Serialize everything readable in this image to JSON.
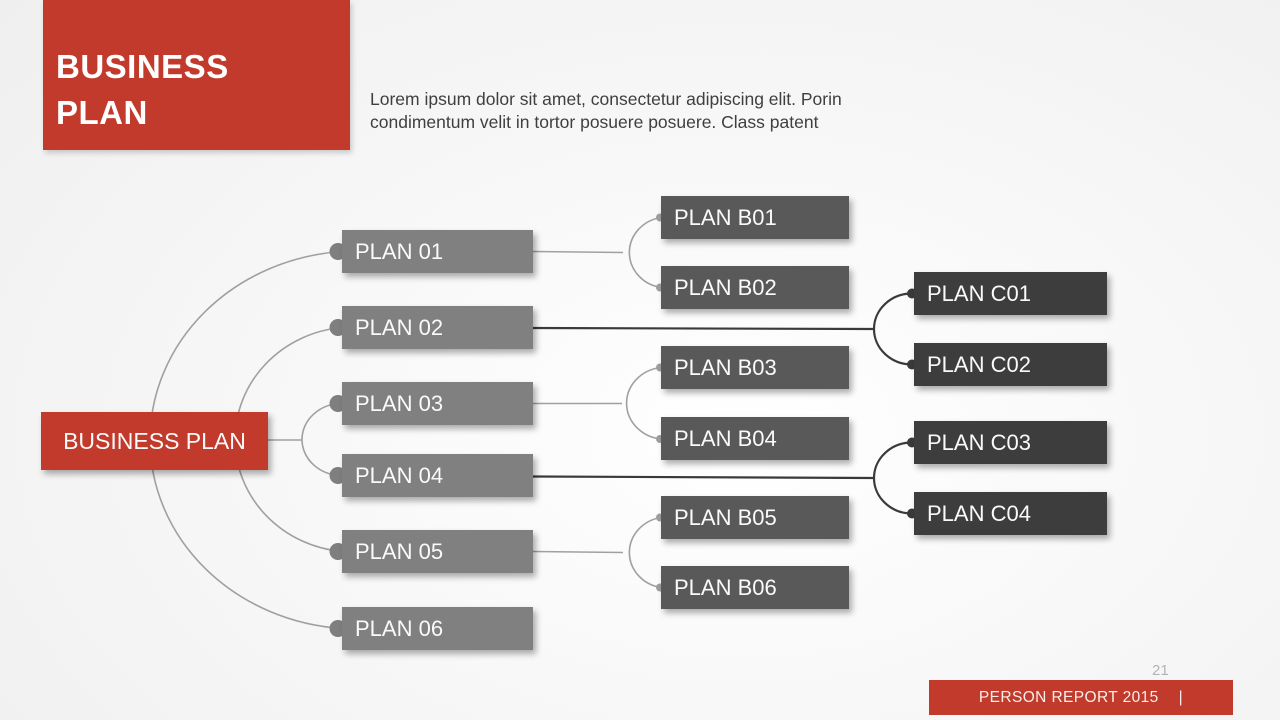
{
  "header": {
    "title": "BUSINESS PLAN",
    "subtitle": "Lorem ipsum dolor sit amet, consectetur adipiscing elit. Porin condimentum velit in tortor posuere posuere. Class patent"
  },
  "diagram": {
    "root": {
      "label": "BUSINESS PLAN"
    },
    "level1_nodes": [
      {
        "label": "PLAN 01",
        "children": [
          "PLAN B01",
          "PLAN B02"
        ]
      },
      {
        "label": "PLAN 02",
        "children": [
          "PLAN C01",
          "PLAN C02"
        ]
      },
      {
        "label": "PLAN 03",
        "children": [
          "PLAN B03",
          "PLAN B04"
        ]
      },
      {
        "label": "PLAN 04",
        "children": [
          "PLAN C03",
          "PLAN C04"
        ]
      },
      {
        "label": "PLAN 05",
        "children": [
          "PLAN B05",
          "PLAN B06"
        ]
      },
      {
        "label": "PLAN 06",
        "children": []
      }
    ],
    "level2_nodes": [
      {
        "label": "PLAN B01"
      },
      {
        "label": "PLAN B02"
      },
      {
        "label": "PLAN B03"
      },
      {
        "label": "PLAN B04"
      },
      {
        "label": "PLAN B05"
      },
      {
        "label": "PLAN B06"
      }
    ],
    "level3_nodes": [
      {
        "label": "PLAN C01"
      },
      {
        "label": "PLAN C02"
      },
      {
        "label": "PLAN C03"
      },
      {
        "label": "PLAN C04"
      }
    ]
  },
  "footer": {
    "report_label": "PERSON REPORT 2015",
    "divider": "|",
    "page_number": "21"
  },
  "colors": {
    "accent_red": "#c13a2b",
    "level1_gray": "#808080",
    "level2_gray": "#595959",
    "level3_gray": "#3d3d3d",
    "connector_light": "#a0a0a0",
    "connector_dark": "#3a3a3a",
    "subtitle_text": "#3f3f3f",
    "background": "#f2f2f2"
  }
}
